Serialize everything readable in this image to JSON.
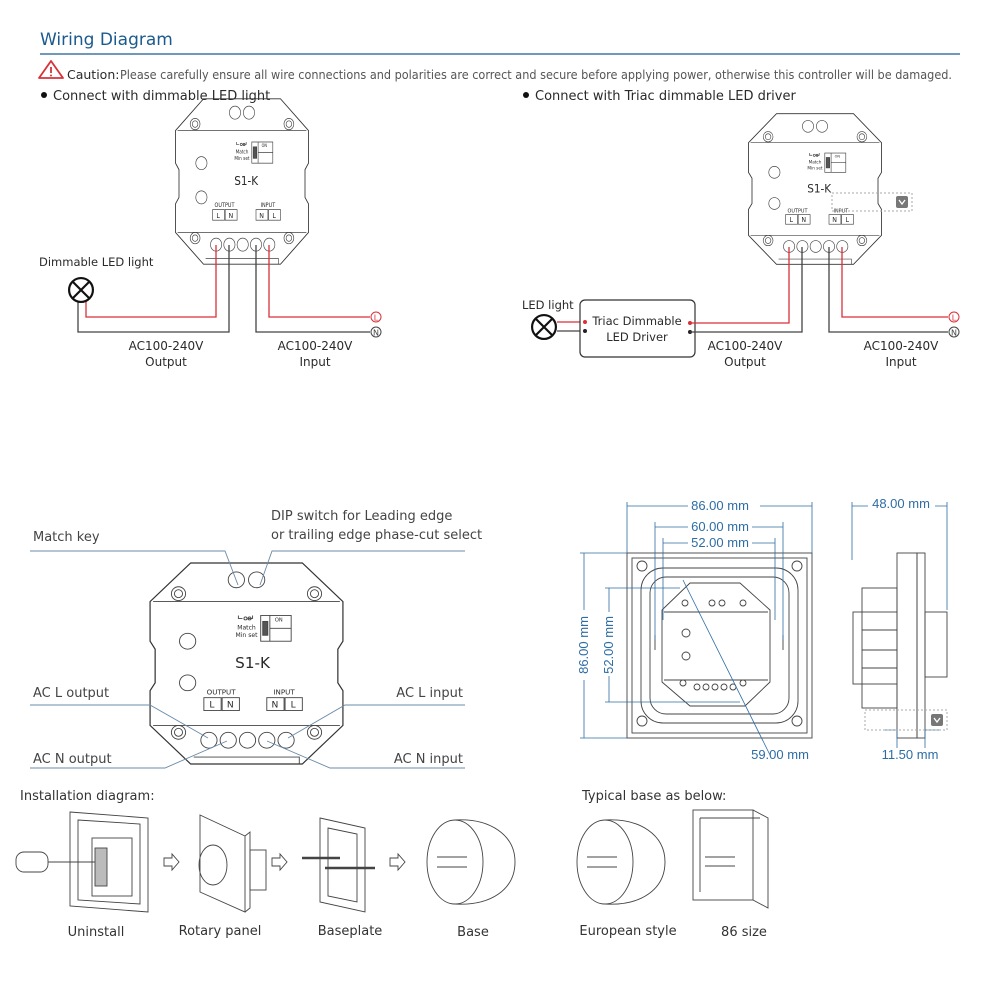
{
  "header": {
    "title": "Wiring Diagram",
    "caution_label": "Caution:",
    "caution_text": "Please carefully ensure all wire connections and polarities are correct and secure before applying power, otherwise this controller will be damaged."
  },
  "colors": {
    "title": "#1b5a8e",
    "wire_live": "#d9303a",
    "wire_neutral": "#444444",
    "dimension": "#2e6da4",
    "caution": "#d9303a"
  },
  "device": {
    "model": "S1-K",
    "output_label": "OUTPUT",
    "input_label": "INPUT",
    "l": "L",
    "n": "N",
    "dip_on": "ON",
    "match_label": "Match",
    "min_set_label": "Min set"
  },
  "diagram1": {
    "heading": "Connect with dimmable LED light",
    "lamp_label": "Dimmable LED light",
    "output_voltage": "AC100-240V",
    "output_label": "Output",
    "input_voltage": "AC100-240V",
    "input_label": "Input",
    "terminal_l": "L",
    "terminal_n": "N"
  },
  "diagram2": {
    "heading": "Connect with Triac dimmable LED driver",
    "lamp_label": "LED light",
    "driver_line1": "Triac Dimmable",
    "driver_line2": "LED Driver",
    "output_voltage": "AC100-240V",
    "output_label": "Output",
    "input_voltage": "AC100-240V",
    "input_label": "Input",
    "terminal_l": "L",
    "terminal_n": "N"
  },
  "callouts": {
    "match_key": "Match key",
    "dip_line1": "DIP switch for Leading edge",
    "dip_line2": "or trailing edge phase-cut select",
    "ac_l_output": "AC L output",
    "ac_n_output": "AC N output",
    "ac_l_input": "AC L input",
    "ac_n_input": "AC N input"
  },
  "dimensions": {
    "width_outer": "86.00 mm",
    "width_mid": "60.00 mm",
    "width_inner": "52.00 mm",
    "height_outer": "86.00 mm",
    "height_inner": "52.00 mm",
    "diagonal": "59.00 mm",
    "depth": "48.00 mm",
    "plate_thickness": "11.50 mm"
  },
  "installation": {
    "heading": "Installation diagram:",
    "steps": [
      "Uninstall",
      "Rotary panel",
      "Baseplate",
      "Base"
    ]
  },
  "bases": {
    "heading": "Typical base as below:",
    "items": [
      "European style",
      "86 size"
    ]
  }
}
